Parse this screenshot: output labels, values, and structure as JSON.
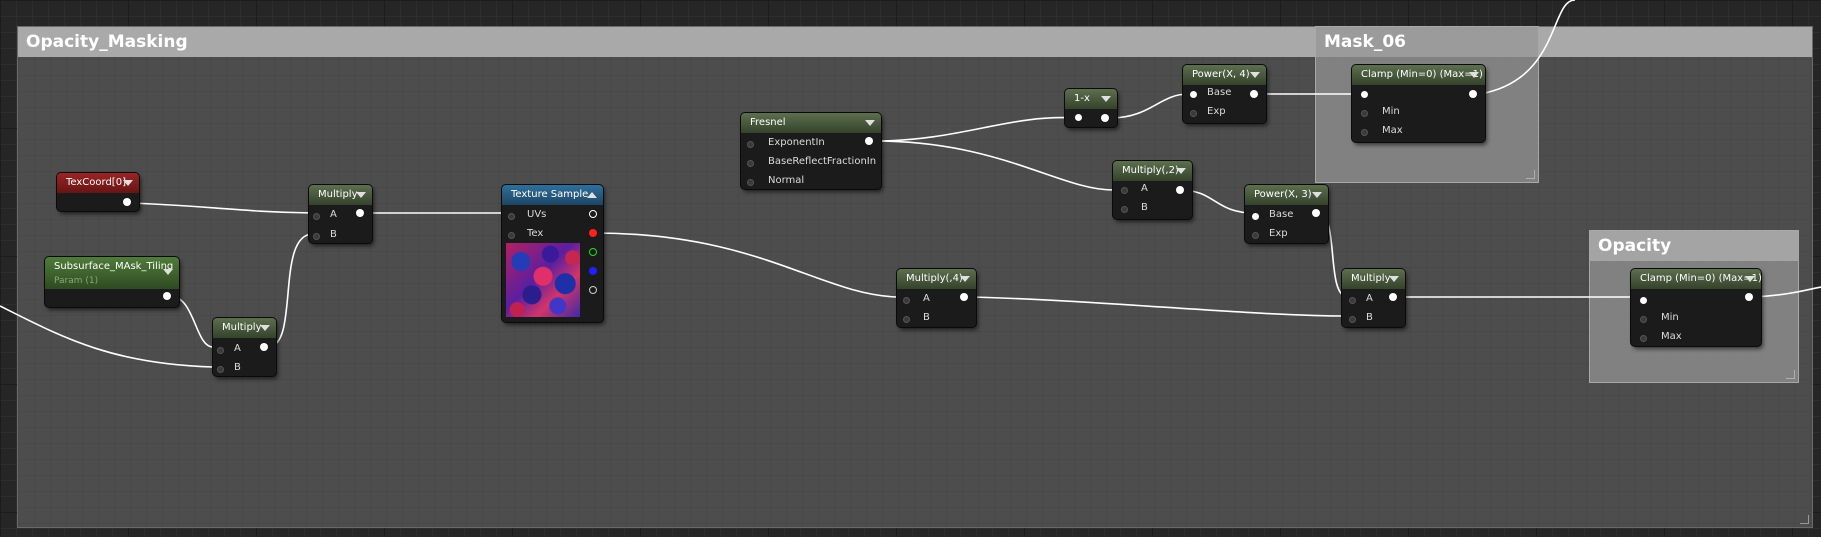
{
  "comments": {
    "opacity_masking": "Opacity_Masking",
    "mask06": "Mask_06",
    "opacity": "Opacity"
  },
  "nodes": {
    "texcoord": {
      "title": "TexCoord[0]"
    },
    "subsurface_param": {
      "title": "Subsurface_MAsk_Tiling",
      "subtitle": "Param (1)"
    },
    "multiply_bottom": {
      "title": "Multiply",
      "pin_a": "A",
      "pin_b": "B"
    },
    "multiply_top": {
      "title": "Multiply",
      "pin_a": "A",
      "pin_b": "B"
    },
    "texture_sample": {
      "title": "Texture Sample",
      "pin_uvs": "UVs",
      "pin_tex": "Tex"
    },
    "fresnel": {
      "title": "Fresnel",
      "pin_exponent": "ExponentIn",
      "pin_base_reflect": "BaseReflectFractionIn",
      "pin_normal": "Normal"
    },
    "one_minus_x": {
      "title": "1-x"
    },
    "power_x4": {
      "title": "Power(X, 4)",
      "pin_base": "Base",
      "pin_exp": "Exp"
    },
    "clamp_mask": {
      "title": "Clamp (Min=0) (Max=1)",
      "pin_min": "Min",
      "pin_max": "Max"
    },
    "multiply_2": {
      "title": "Multiply(,2)",
      "pin_a": "A",
      "pin_b": "B"
    },
    "power_x3": {
      "title": "Power(X, 3)",
      "pin_base": "Base",
      "pin_exp": "Exp"
    },
    "multiply_4": {
      "title": "Multiply(,4)",
      "pin_a": "A",
      "pin_b": "B"
    },
    "multiply_final": {
      "title": "Multiply",
      "pin_a": "A",
      "pin_b": "B"
    },
    "clamp_opacity": {
      "title": "Clamp (Min=0) (Max=1)",
      "pin_min": "Min",
      "pin_max": "Max"
    }
  },
  "colors": {
    "node_header_green": "#4a5e3c",
    "node_header_red": "#8a1f1f",
    "node_header_blue": "#2a6592",
    "wire": "#ffffff",
    "pin_red": "#ff2020",
    "pin_green": "#20e020",
    "pin_blue": "#2020ff"
  }
}
